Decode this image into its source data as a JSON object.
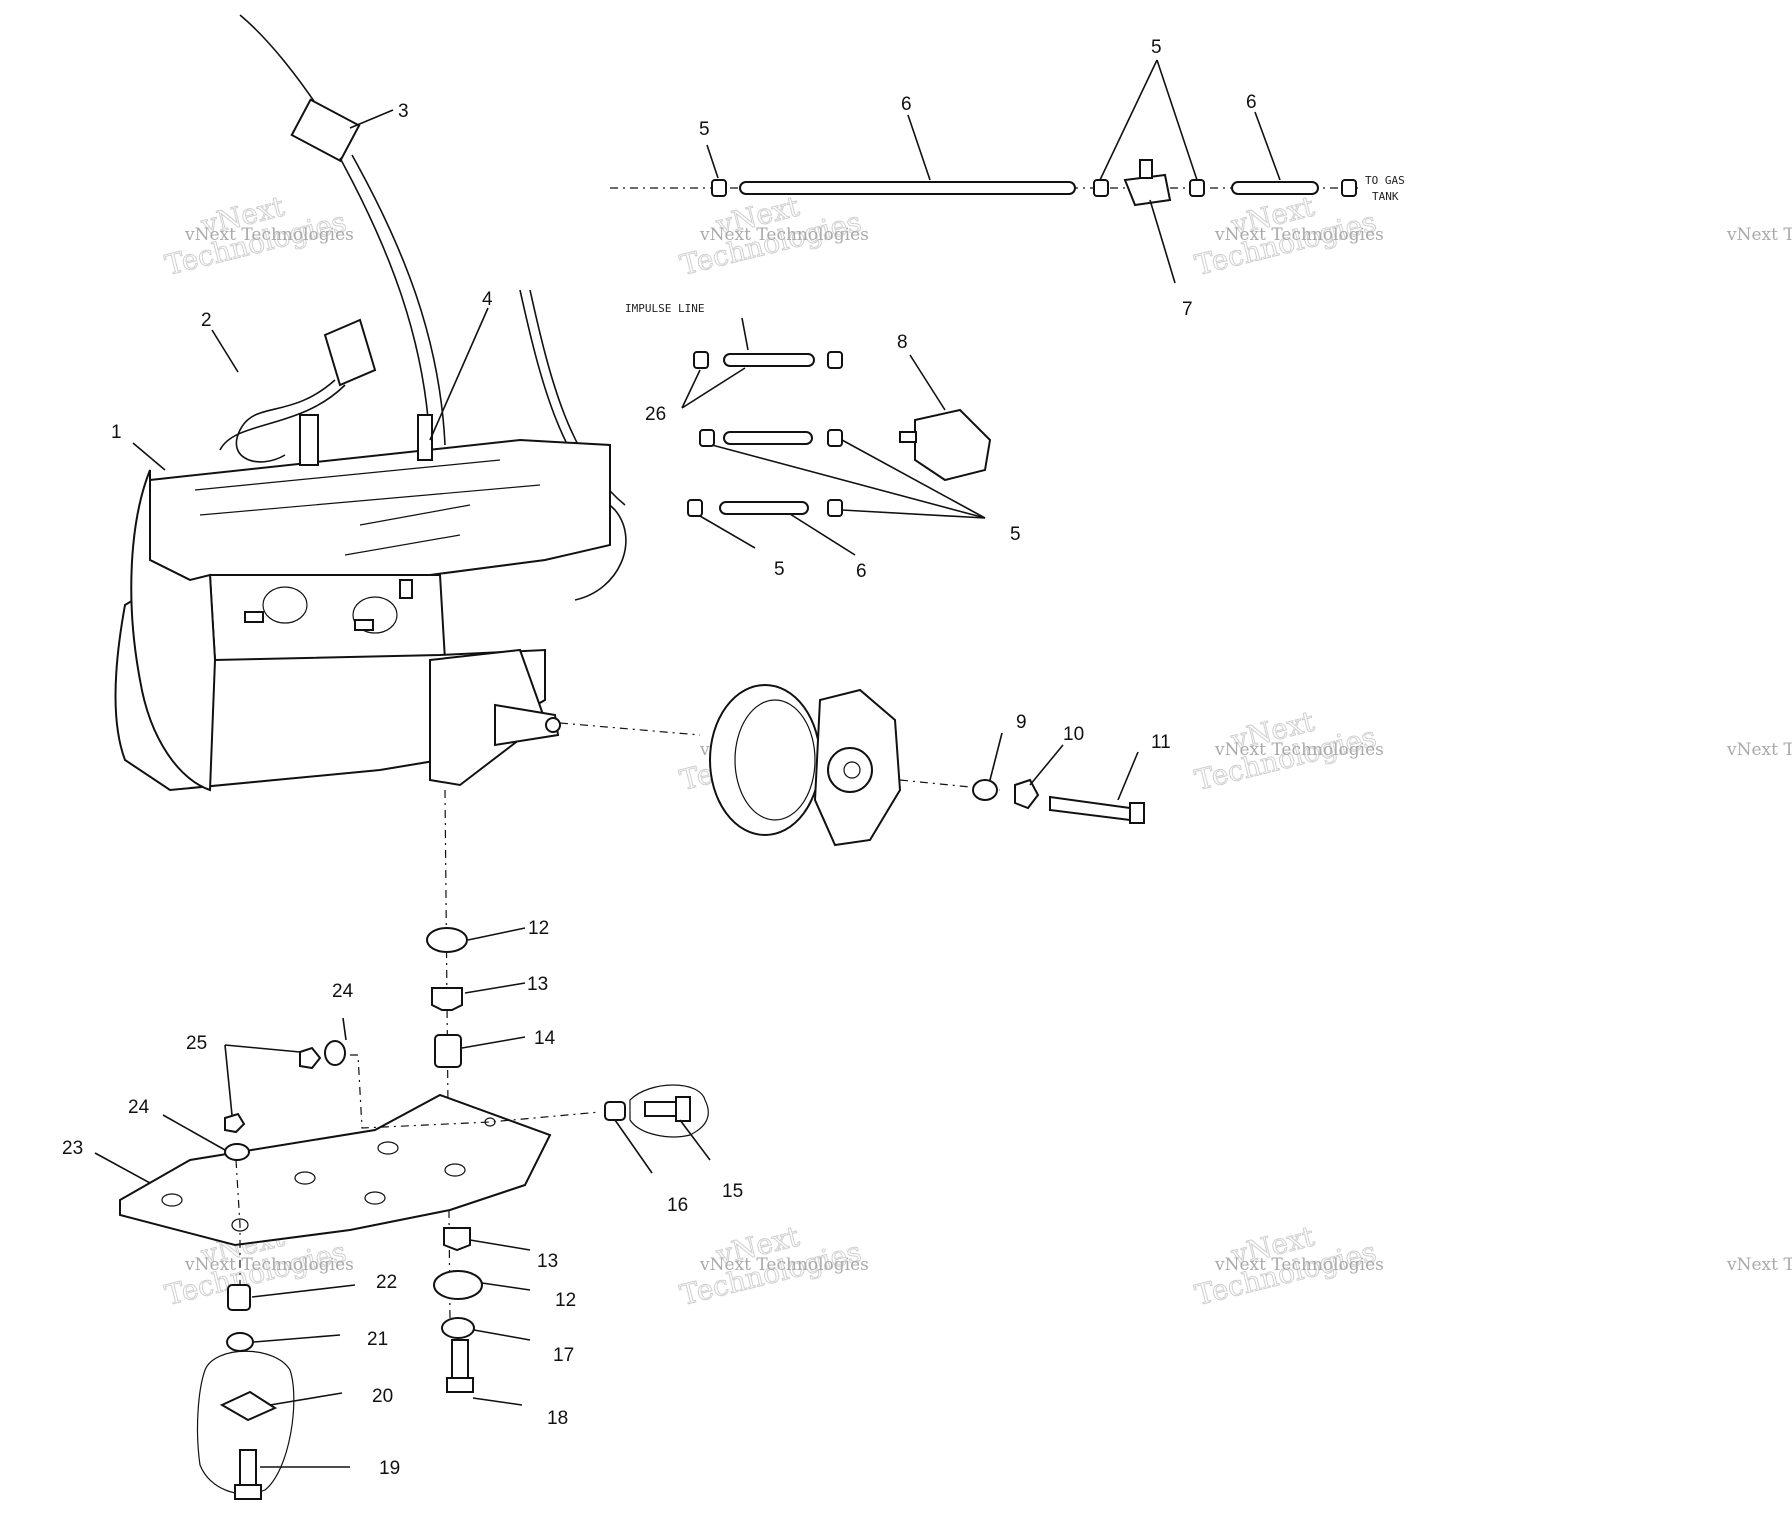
{
  "diagram": {
    "callouts": {
      "c1": "1",
      "c2": "2",
      "c3": "3",
      "c4": "4",
      "c5a": "5",
      "c5b": "5",
      "c5c": "5",
      "c5d": "5",
      "c6a": "6",
      "c6b": "6",
      "c6c": "6",
      "c7": "7",
      "c8": "8",
      "c9": "9",
      "c10": "10",
      "c11": "11",
      "c12a": "12",
      "c12b": "12",
      "c13a": "13",
      "c13b": "13",
      "c14": "14",
      "c15": "15",
      "c16": "16",
      "c17": "17",
      "c18": "18",
      "c19": "19",
      "c20": "20",
      "c21": "21",
      "c22": "22",
      "c23": "23",
      "c24a": "24",
      "c24b": "24",
      "c25": "25",
      "c26": "26"
    },
    "notes": {
      "to_gas_line1": "TO GAS",
      "to_gas_line2": "TANK",
      "impulse_line": "IMPULSE LINE"
    },
    "watermark": {
      "brand": "vNext Technologies",
      "word1": "vNext",
      "word2": "Technologies"
    }
  }
}
